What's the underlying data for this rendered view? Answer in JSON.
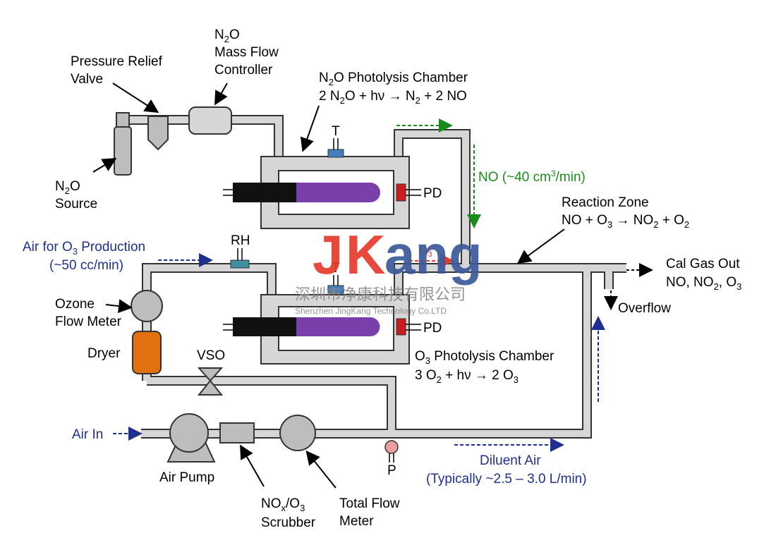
{
  "labels": {
    "pressure_relief_valve": [
      "Pressure Relief",
      "Valve"
    ],
    "n2o_mfc": {
      "line1_main": "N",
      "line1_sub": "2",
      "line1_tail": "O",
      "line2": "Mass Flow",
      "line3": "Controller"
    },
    "n2o_chamber_title": {
      "a": "N",
      "a_sub": "2",
      "b": "O Photolysis Chamber"
    },
    "n2o_chamber_eq": {
      "p1": "2 N",
      "s1": "2",
      "p2": "O + hν → N",
      "s2": "2",
      "p3": " + 2 NO"
    },
    "n2o_source": {
      "line1_main": "N",
      "line1_sub": "2",
      "line1_tail": "O",
      "line2": "Source"
    },
    "no_flow": {
      "a": "NO (~40 cm",
      "sup": "3",
      "b": "/min)"
    },
    "reaction_zone": "Reaction Zone",
    "reaction_eq": {
      "p1": "NO + O",
      "s1": "3",
      "p2": " → NO",
      "s2": "2",
      "p3": " + O",
      "s3": "2"
    },
    "air_o3_production": {
      "a": "Air for O",
      "sub": "3",
      "b": " Production",
      "line2": "(~50 cc/min)"
    },
    "rh": "RH",
    "t_top": "T",
    "t_bottom": "T",
    "pd_top": "PD",
    "pd_bottom": "PD",
    "o3_arrow": {
      "a": "O",
      "sub": "3"
    },
    "cal_gas_out": {
      "line1": "Cal Gas Out",
      "l2a": "NO, NO",
      "l2s1": "2",
      "l2b": ", O",
      "l2s2": "3"
    },
    "overflow": "Overflow",
    "ozone_flow_meter": [
      "Ozone",
      "Flow Meter"
    ],
    "dryer": "Dryer",
    "vso": "VSO",
    "o3_chamber_title": {
      "a": "O",
      "sub": "3",
      "b": " Photolysis Chamber"
    },
    "o3_chamber_eq": {
      "p1": "3 O",
      "s1": "2",
      "p2": " + hν →  2 O",
      "s2": "3"
    },
    "air_in": "Air In",
    "air_pump": "Air Pump",
    "p_sensor": "P",
    "scrubber": {
      "a": "NO",
      "sub": "x",
      "b": "/O",
      "sub2": "3",
      "line2": "Scrubber"
    },
    "total_flow_meter": [
      "Total Flow",
      "Meter"
    ],
    "diluent_air": [
      "Diluent Air",
      "(Typically ~2.5 – 3.0 L/min)"
    ]
  },
  "watermark": {
    "brand_j": "J",
    "brand_k": "K",
    "brand_rest": "ang",
    "chinese": "深圳市净康科技有限公司",
    "english": "Shenzhen JingKang Technology Co.LTD"
  },
  "colors": {
    "pipe_fill": "#d6d6d6",
    "lamp_black": "#111111",
    "lamp_purple": "#7a3fa8",
    "pd_red": "#c81e1e",
    "sensor_blue": "#3f7fbf",
    "rh_teal": "#3f8fa0",
    "dryer_orange": "#e07010",
    "pressure_pink": "#e8a0a0",
    "blue_text": "#1f2f8f",
    "green_text": "#1a8a1a",
    "watermark_red": "#e53b2c",
    "watermark_blue": "#3a5a9a"
  }
}
